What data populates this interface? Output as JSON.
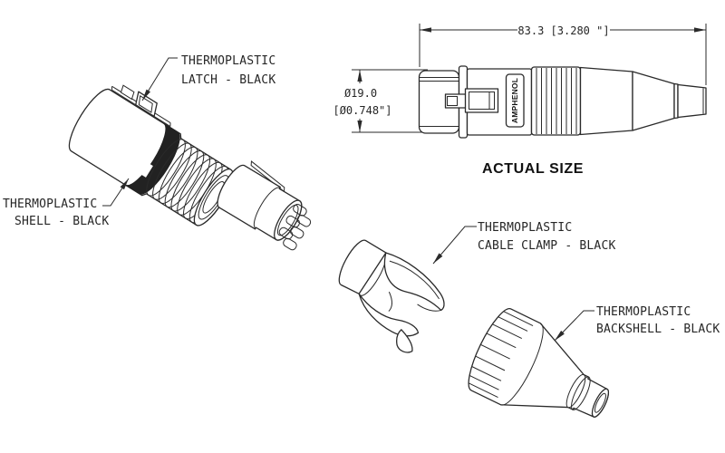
{
  "drawing": {
    "caption": "ACTUAL SIZE",
    "brand": "AMPHENOL",
    "colors": {
      "line": "#2a2a2a",
      "background": "#ffffff"
    },
    "dimensions": {
      "length": "83.3 [3.280 \"]",
      "diameter_mm": "Ø19.0",
      "diameter_in": "[Ø0.748\"]"
    },
    "labels": {
      "latch": {
        "line1": "THERMOPLASTIC",
        "line2": "LATCH - BLACK"
      },
      "shell": {
        "line1": "THERMOPLASTIC",
        "line2": "SHELL - BLACK"
      },
      "cable_clamp": {
        "line1": "THERMOPLASTIC",
        "line2": "CABLE CLAMP - BLACK"
      },
      "backshell": {
        "line1": "THERMOPLASTIC",
        "line2": "BACKSHELL - BLACK"
      }
    }
  }
}
